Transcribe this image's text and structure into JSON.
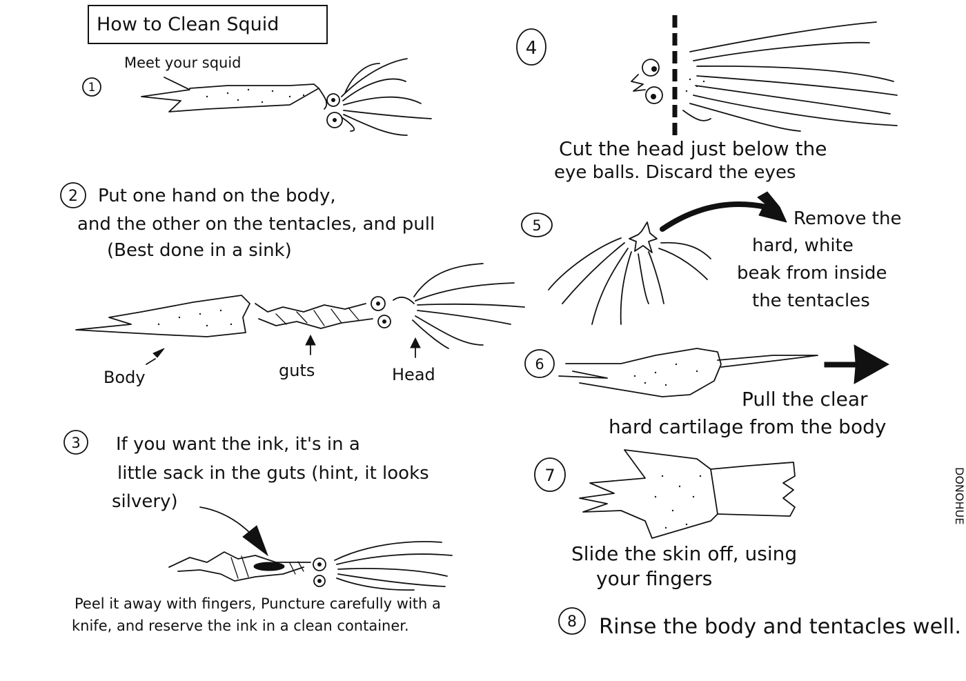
{
  "title": "How to Clean Squid",
  "signature": "DONOHUE",
  "steps": [
    {
      "number": "1",
      "lines": [
        "Meet your squid"
      ]
    },
    {
      "number": "2",
      "lines": [
        "Put one hand on the body,",
        "and the other on the tentacles, and pull",
        "(Best done in a sink)"
      ]
    },
    {
      "number": "3",
      "lines": [
        "If you want the ink, it's in a",
        "little sack in the guts (hint, it looks",
        "silvery)"
      ]
    },
    {
      "number": "4",
      "lines": [
        "Cut the head just below the",
        "eye balls. Discard the eyes"
      ]
    },
    {
      "number": "5",
      "lines": [
        "Remove the",
        "hard, white",
        "beak from inside",
        "the tentacles"
      ]
    },
    {
      "number": "6",
      "lines": [
        "Pull the clear",
        "hard cartilage from the body"
      ]
    },
    {
      "number": "7",
      "lines": [
        "Slide the skin off, using",
        "your fingers"
      ]
    },
    {
      "number": "8",
      "lines": [
        "Rinse the body and tentacles well."
      ]
    }
  ],
  "labels": {
    "body": "Body",
    "guts": "guts",
    "head": "Head"
  },
  "ink_note": [
    "Peel it away with fingers, Puncture carefully with a",
    "knife, and reserve the ink in a clean container."
  ]
}
